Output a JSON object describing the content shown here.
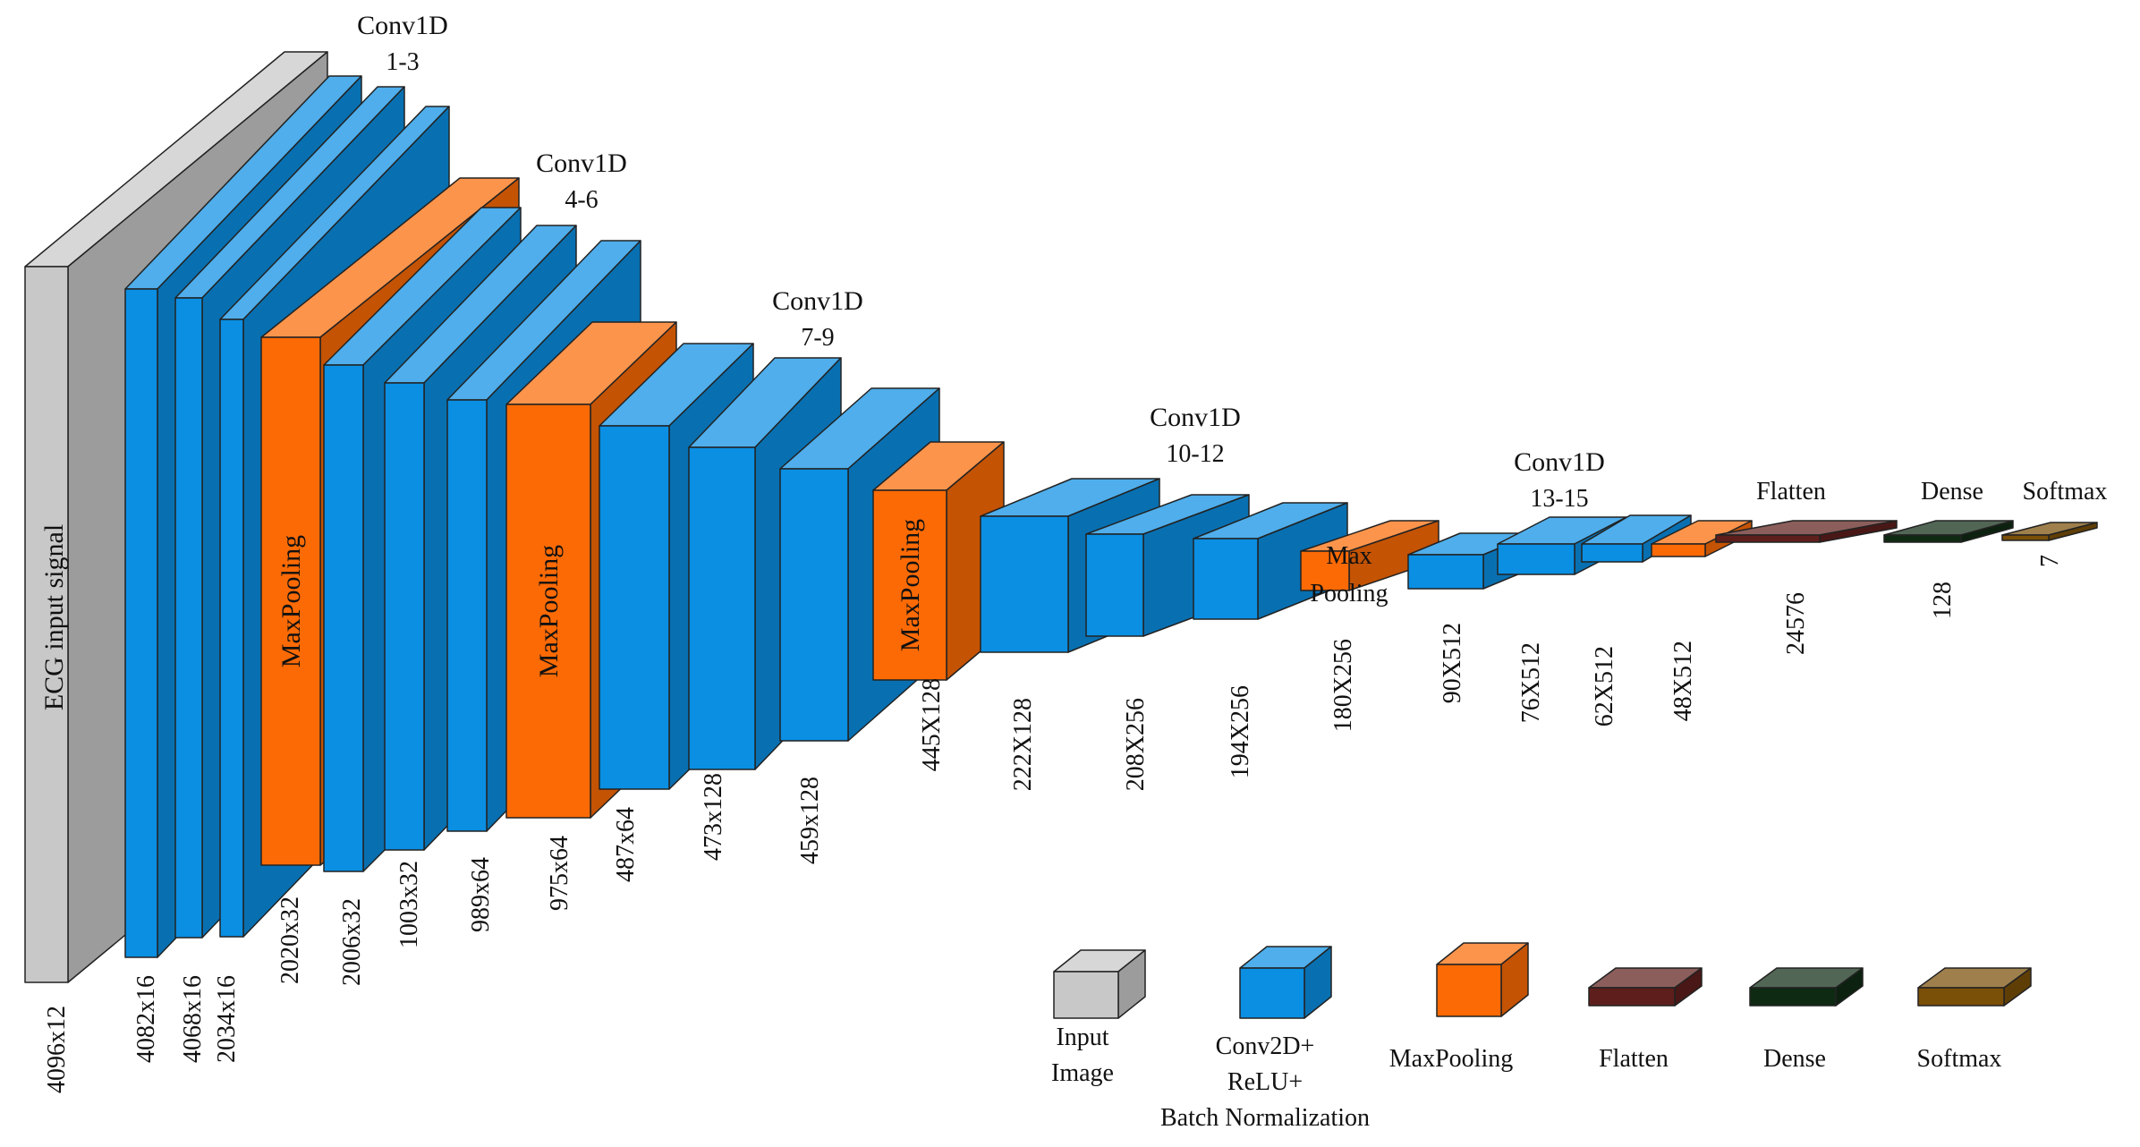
{
  "colors": {
    "input": "#c8c8c8",
    "conv": "#0a8fe3",
    "pool": "#fb6a05",
    "flatten": "#5e1f1c",
    "dense": "#0f2a13",
    "softmax": "#7a4f08",
    "edge": "#222222"
  },
  "input_label": "ECG input signal",
  "pool_label": "MaxPooling",
  "pool_small_label_line1": "Max",
  "pool_small_label_line2": "Pooling",
  "groups": [
    {
      "line1": "Conv1D",
      "line2": "1-3"
    },
    {
      "line1": "Conv1D",
      "line2": "4-6"
    },
    {
      "line1": "Conv1D",
      "line2": "7-9"
    },
    {
      "line1": "Conv1D",
      "line2": "10-12"
    },
    {
      "line1": "Conv1D",
      "line2": "13-15"
    }
  ],
  "tail_labels": [
    "Flatten",
    "Dense",
    "Softmax"
  ],
  "layers": [
    {
      "type": "input",
      "dim": "4096x12"
    },
    {
      "type": "conv",
      "dim": "4082x16"
    },
    {
      "type": "conv",
      "dim": "4068x16"
    },
    {
      "type": "conv",
      "dim": "2034x16"
    },
    {
      "type": "pool",
      "dim": "2020x32"
    },
    {
      "type": "conv",
      "dim": "2006x32"
    },
    {
      "type": "conv",
      "dim": "1003x32"
    },
    {
      "type": "conv",
      "dim": "989x64"
    },
    {
      "type": "pool",
      "dim": "975x64"
    },
    {
      "type": "conv",
      "dim": "487x64"
    },
    {
      "type": "conv",
      "dim": "473x128"
    },
    {
      "type": "conv",
      "dim": "459x128"
    },
    {
      "type": "pool",
      "dim": "445X128"
    },
    {
      "type": "conv",
      "dim": "222X128"
    },
    {
      "type": "conv",
      "dim": "208X256"
    },
    {
      "type": "conv",
      "dim": "194X256"
    },
    {
      "type": "pool",
      "dim": "180X256"
    },
    {
      "type": "conv",
      "dim": "90X512"
    },
    {
      "type": "conv",
      "dim": "76X512"
    },
    {
      "type": "conv",
      "dim": "62X512"
    },
    {
      "type": "pool",
      "dim": "48X512"
    },
    {
      "type": "flatten",
      "dim": "24576"
    },
    {
      "type": "dense",
      "dim": "128"
    },
    {
      "type": "softmax",
      "dim": "7"
    }
  ],
  "legend": [
    {
      "type": "input",
      "lines": [
        "Input",
        "Image"
      ]
    },
    {
      "type": "conv",
      "lines": [
        "Conv2D+",
        "ReLU+",
        "Batch Normalization"
      ]
    },
    {
      "type": "pool",
      "lines": [
        "MaxPooling"
      ]
    },
    {
      "type": "flatten",
      "lines": [
        "Flatten"
      ]
    },
    {
      "type": "dense",
      "lines": [
        "Dense"
      ]
    },
    {
      "type": "softmax",
      "lines": [
        "Softmax"
      ]
    }
  ]
}
